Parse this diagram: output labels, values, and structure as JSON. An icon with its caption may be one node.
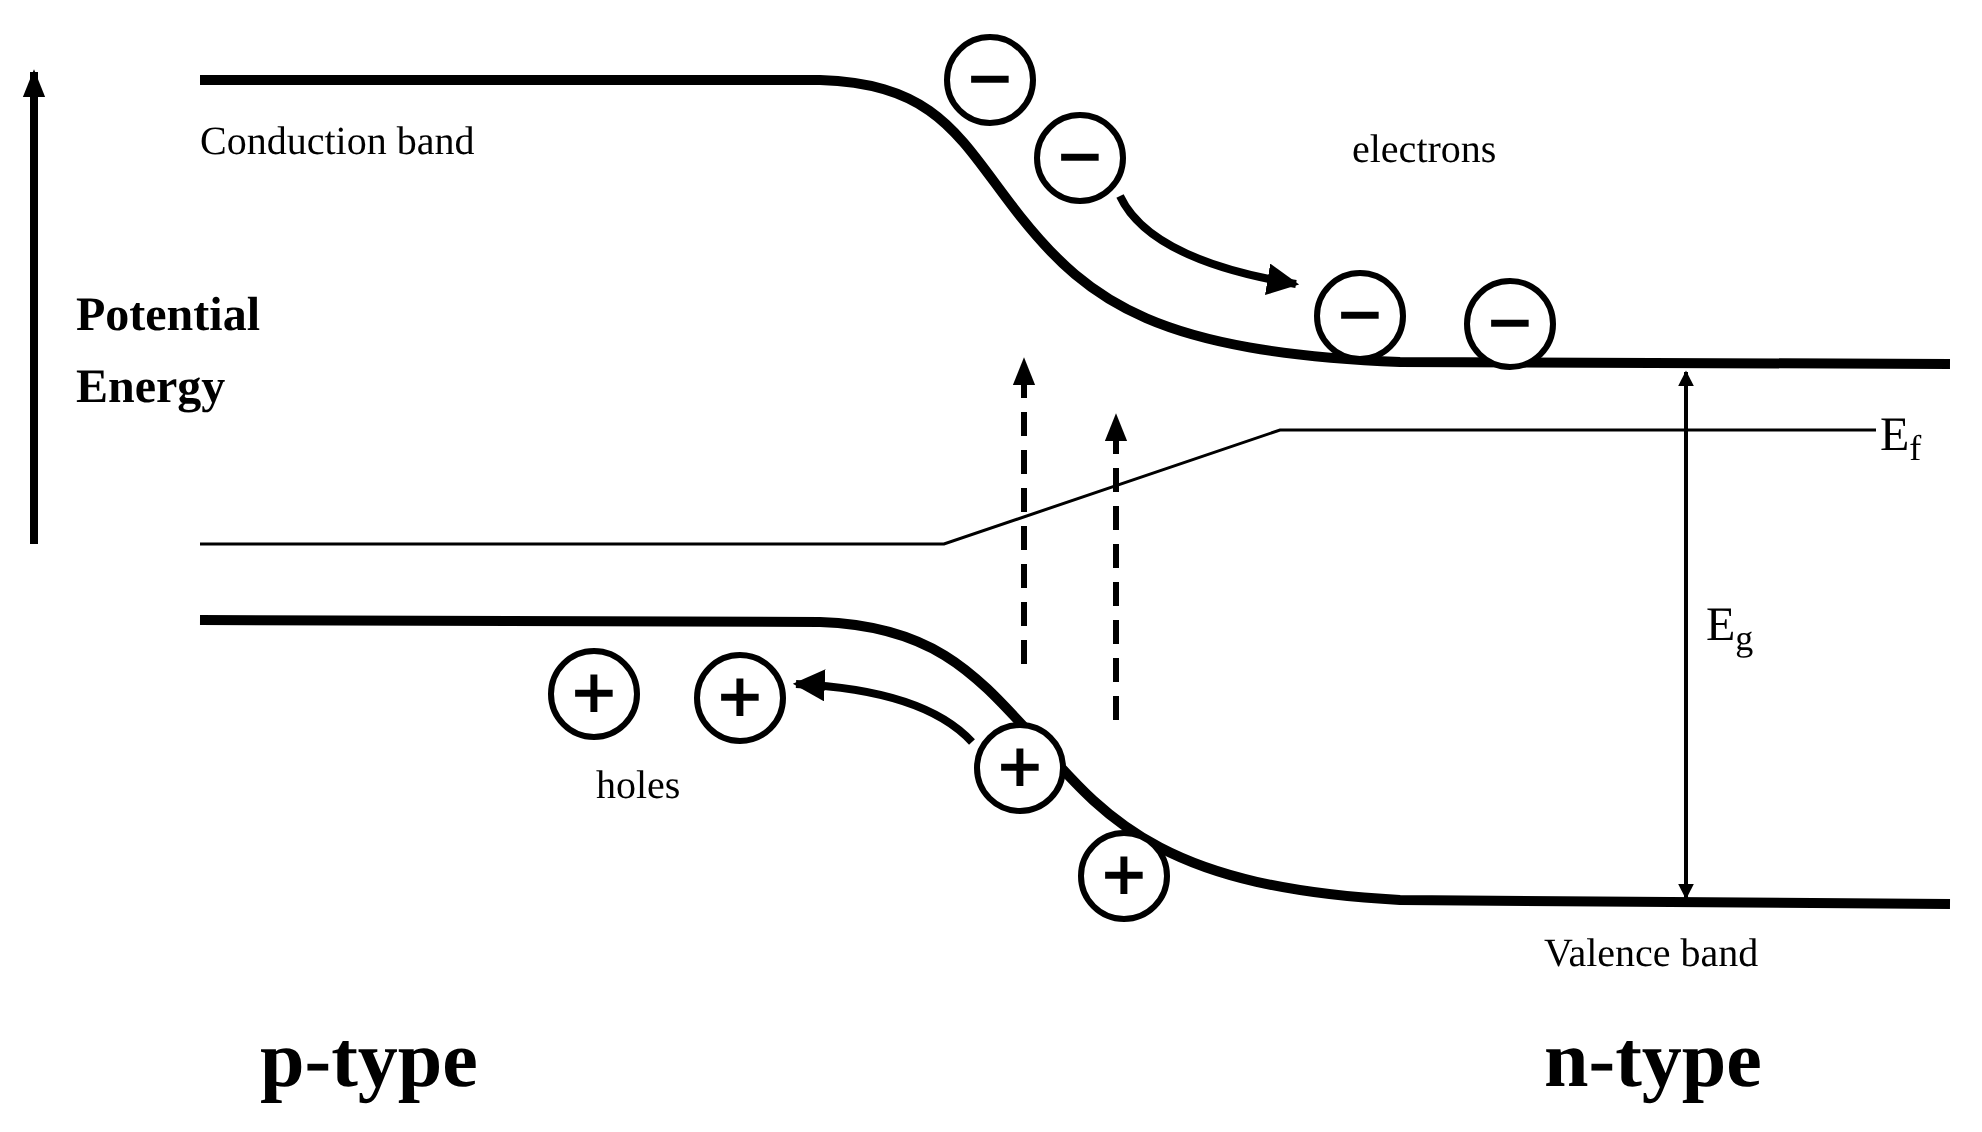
{
  "diagram": {
    "nodes": [
      {
        "text": [
          "−"
        ]
      },
      {
        "text": [
          "−"
        ]
      },
      {
        "text": [
          "−"
        ]
      },
      {
        "text": [
          "−"
        ]
      },
      {
        "text": [
          "+"
        ]
      },
      {
        "text": [
          "+"
        ]
      },
      {
        "text": [
          "+"
        ]
      },
      {
        "text": [
          "+"
        ]
      }
    ],
    "edges": [
      {
        "from": 1,
        "to": 2,
        "arrow": "to"
      },
      {
        "from": 6,
        "to": 5,
        "arrow": "to"
      }
    ],
    "labels": [
      "Conduction band",
      "electrons",
      "Potential Energy",
      "E$_{f}$",
      "E$_{g}$",
      "holes",
      "Valence band",
      "p-type",
      "n-type"
    ]
  }
}
